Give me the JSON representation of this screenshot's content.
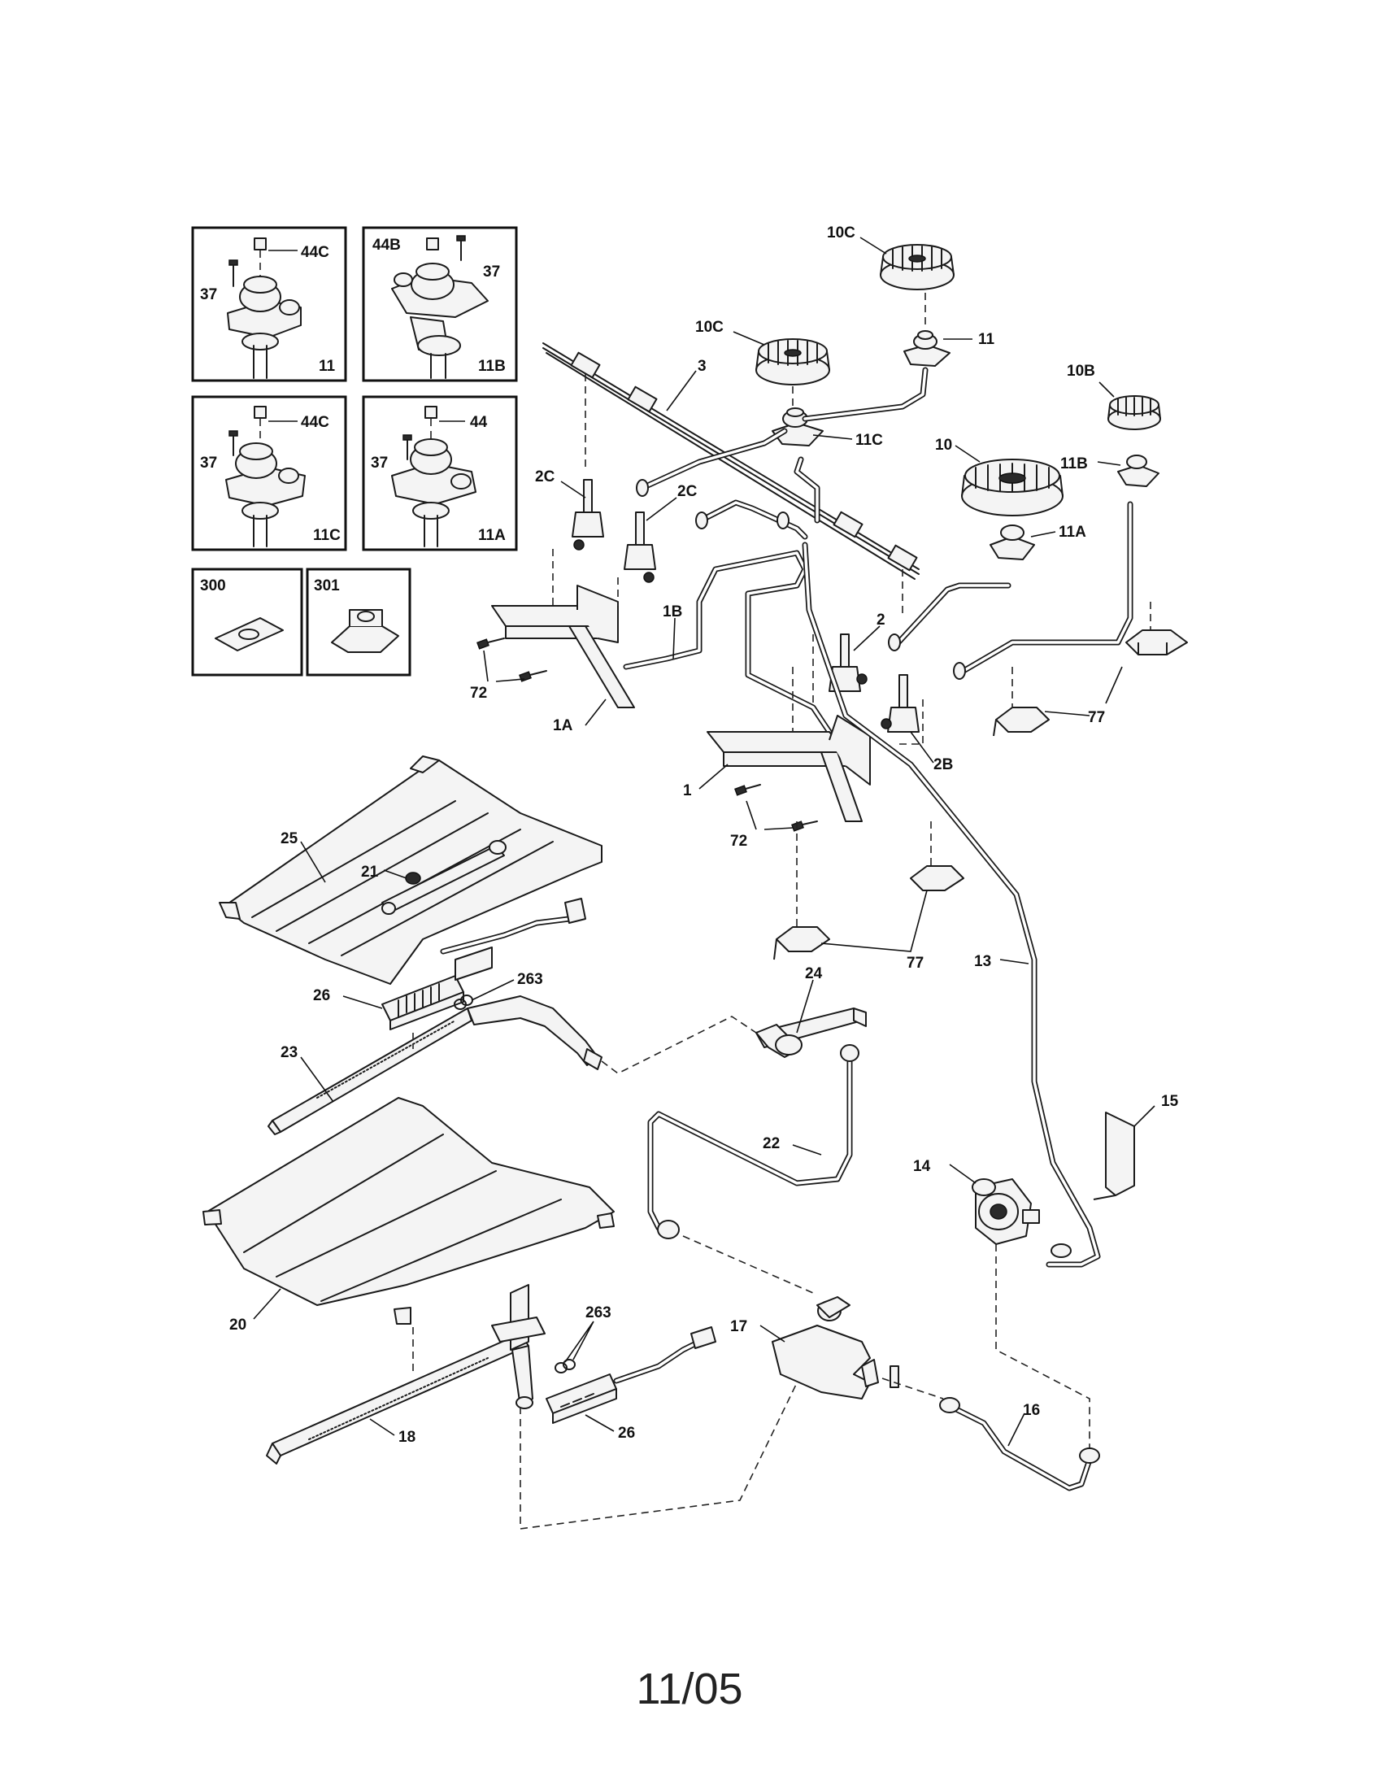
{
  "inset_boxes": [
    {
      "id": "box-11",
      "part": "11",
      "cap": "44C",
      "screw": "37"
    },
    {
      "id": "box-11b",
      "part": "11B",
      "cap": "44B",
      "screw": "37"
    },
    {
      "id": "box-11c",
      "part": "11C",
      "cap": "44C",
      "screw": "37"
    },
    {
      "id": "box-11a",
      "part": "11A",
      "cap": "44",
      "screw": "37"
    },
    {
      "id": "box-300",
      "part": "300"
    },
    {
      "id": "box-301",
      "part": "301"
    }
  ],
  "callouts": {
    "burner_cap_rear_right": "10C",
    "burner_cap_rear_left": "10C",
    "burner_cap_right": "10B",
    "burner_main": "10",
    "burner_base_11": "11",
    "burner_base_11c": "11C",
    "burner_base_11b": "11B",
    "burner_base_11a": "11A",
    "harness": "3",
    "valve_2c_left": "2C",
    "valve_2c_right": "2C",
    "valve_2": "2",
    "valve_2b": "2B",
    "manifold_1a": "1A",
    "tube_1b": "1B",
    "screw_72_left": "72",
    "manifold_1": "1",
    "screw_72_right": "72",
    "bracket_77_right": "77",
    "bracket_77_center": "77",
    "shield_25": "25",
    "nut_21": "21",
    "igniter_26_top": "26",
    "washer_263_top": "263",
    "burner_23": "23",
    "elbow_24": "24",
    "tube_13": "13",
    "bracket_15": "15",
    "regulator_14": "14",
    "tube_22": "22",
    "baffle_20": "20",
    "washer_263_bottom": "263",
    "valve_17": "17",
    "igniter_26_bottom": "26",
    "burner_18": "18",
    "tube_16": "16"
  },
  "page_number": "11/05"
}
